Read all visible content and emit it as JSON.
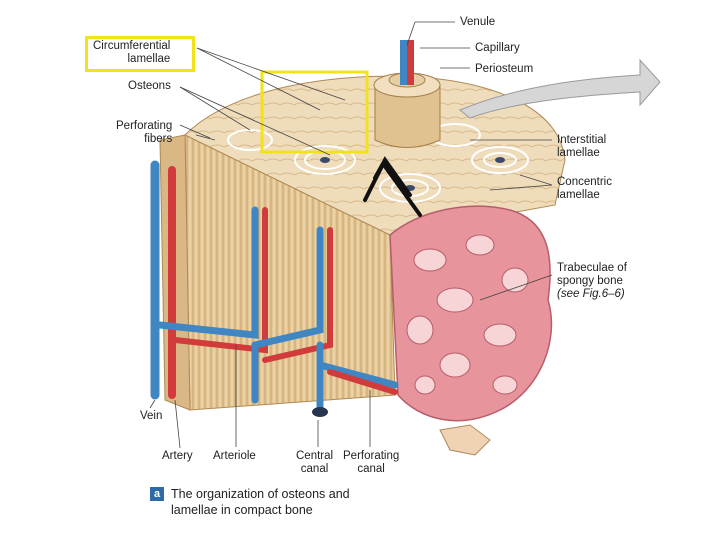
{
  "labels": {
    "circumferential": {
      "line1": "Circumferential",
      "line2": "lamellae"
    },
    "osteons": "Osteons",
    "perforating_fibers": {
      "line1": "Perforating",
      "line2": "fibers"
    },
    "venule": "Venule",
    "capillary": "Capillary",
    "periosteum": "Periosteum",
    "interstitial": {
      "line1": "Interstitial",
      "line2": "lamellae"
    },
    "concentric": {
      "line1": "Concentric",
      "line2": "lamellae"
    },
    "trabeculae": {
      "line1": "Trabeculae of",
      "line2": "spongy bone",
      "line3": "(see Fig.6–6)"
    },
    "vein": "Vein",
    "artery": "Artery",
    "arteriole": "Arteriole",
    "central_canal": {
      "line1": "Central",
      "line2": "canal"
    },
    "perforating_canal": {
      "line1": "Perforating",
      "line2": "canal"
    }
  },
  "caption": {
    "badge": "a",
    "line1": "The organization of osteons and",
    "line2": "lamellae in compact bone"
  },
  "colors": {
    "highlight": "#f2e21a",
    "vein": "#3f86c2",
    "artery": "#d23b3b",
    "bone": "#e8cfa2",
    "spongy": "#e7949c"
  }
}
